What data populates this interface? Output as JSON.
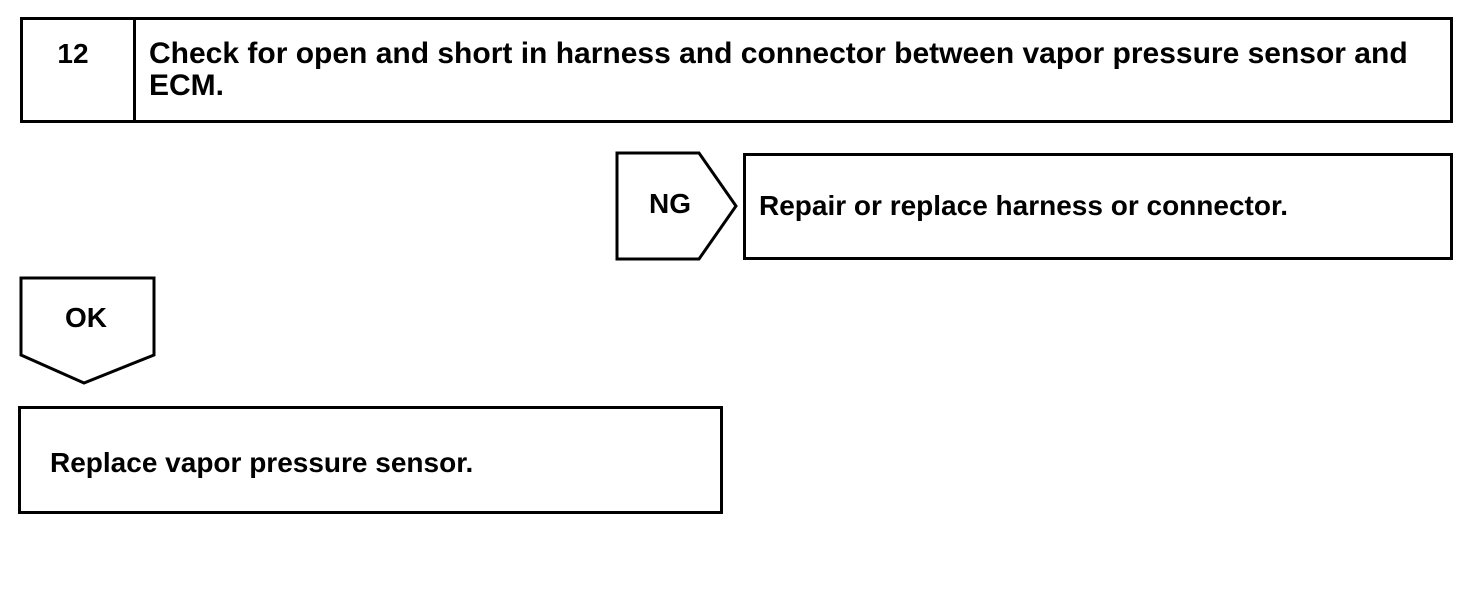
{
  "step": {
    "number": "12",
    "title": "Check for open and short in harness and connector between vapor pressure sensor and ECM."
  },
  "ng_branch": {
    "label": "NG",
    "action": "Repair or replace harness or connector."
  },
  "ok_branch": {
    "label": "OK",
    "action": "Replace vapor pressure sensor."
  }
}
